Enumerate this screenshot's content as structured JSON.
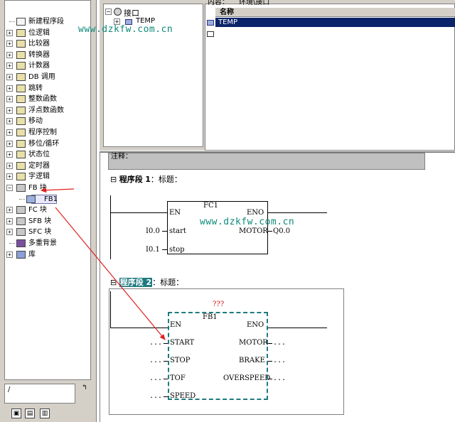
{
  "catalog": {
    "items": [
      {
        "label": "新建程序段",
        "expander": "",
        "icon": "new-network-icon"
      },
      {
        "label": "位逻辑",
        "expander": "+",
        "icon": "bit-logic-icon"
      },
      {
        "label": "比较器",
        "expander": "+",
        "icon": "comparator-icon"
      },
      {
        "label": "转换器",
        "expander": "+",
        "icon": "converter-icon"
      },
      {
        "label": "计数器",
        "expander": "+",
        "icon": "counter-icon"
      },
      {
        "label": "DB 调用",
        "expander": "+",
        "icon": "db-call-icon"
      },
      {
        "label": "跳转",
        "expander": "+",
        "icon": "jump-icon"
      },
      {
        "label": "整数函数",
        "expander": "+",
        "icon": "integer-function-icon"
      },
      {
        "label": "浮点数函数",
        "expander": "+",
        "icon": "float-function-icon"
      },
      {
        "label": "移动",
        "expander": "+",
        "icon": "move-icon"
      },
      {
        "label": "程序控制",
        "expander": "+",
        "icon": "program-control-icon"
      },
      {
        "label": "移位/循环",
        "expander": "+",
        "icon": "shift-rotate-icon"
      },
      {
        "label": "状态位",
        "expander": "+",
        "icon": "status-bit-icon"
      },
      {
        "label": "定时器",
        "expander": "+",
        "icon": "timer-icon"
      },
      {
        "label": "字逻辑",
        "expander": "+",
        "icon": "word-logic-icon"
      },
      {
        "label": "FB 块",
        "expander": "−",
        "icon": "fb-block-icon"
      },
      {
        "label": "FB1",
        "expander": "",
        "icon": "fb1-icon"
      },
      {
        "label": "FC 块",
        "expander": "+",
        "icon": "fc-block-icon"
      },
      {
        "label": "SFB 块",
        "expander": "+",
        "icon": "sfb-block-icon"
      },
      {
        "label": "SFC 块",
        "expander": "+",
        "icon": "sfc-block-icon"
      },
      {
        "label": "多重背景",
        "expander": "",
        "icon": "multi-instance-icon"
      },
      {
        "label": "库",
        "expander": "+",
        "icon": "library-icon"
      }
    ],
    "path_value": "/",
    "sort_label": "↰",
    "tab_labels": [
      "▣",
      "▤",
      "▥"
    ]
  },
  "interface": {
    "content_label": "内容：",
    "content_path": "环境\\接口",
    "tree_root": "接口",
    "tree_child": "TEMP",
    "table_header": "名称",
    "rows": [
      "TEMP"
    ]
  },
  "editor": {
    "comment_label": "注释：",
    "network1": {
      "title_prefix": "程序段",
      "number": "1",
      "title_suffix": "：标题：",
      "block_name": "FC1",
      "pins": {
        "en": "EN",
        "eno": "ENO",
        "start": "start",
        "motor": "MOTOR",
        "stop": "stop"
      },
      "in_start": "I0.0",
      "in_stop": "I0.1",
      "out_motor": "Q0.0"
    },
    "network2": {
      "title_highlight": "程序段 2",
      "title_suffix": "：标题：",
      "unknown": "???",
      "block_name": "FB1",
      "pins": {
        "en": "EN",
        "eno": "ENO",
        "start": "START",
        "motor": "MOTOR",
        "stop": "STOP",
        "brake": "BRAKE",
        "tof": "TOF",
        "overspeed": "OVERSPEED",
        "speed": "SPEED"
      },
      "placeholder": "..."
    }
  },
  "watermark": "www.dzkfw.com.cn",
  "colors": {
    "watermark": "#0e8a7a",
    "arrow": "#e02020",
    "selection": "#0a246a",
    "fb_box_border": "#1f7a80"
  }
}
